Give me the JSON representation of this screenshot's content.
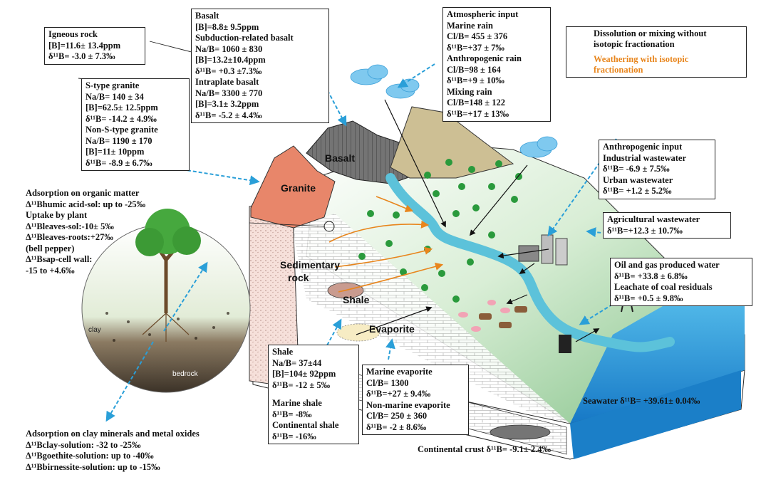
{
  "labels": {
    "basalt": "Basalt",
    "granite": "Granite",
    "sedimentary_rock_1": "Sedimentary",
    "sedimentary_rock_2": "rock",
    "shale": "Shale",
    "evaporite": "Evaporite",
    "clay": "clay",
    "bedrock": "bedrock"
  },
  "igneous": {
    "l1": "Igneous rock",
    "l2": "[B]=11.6± 13.4ppm",
    "l3": "δ¹¹B= -3.0 ± 7.3‰"
  },
  "basalt_box": {
    "l1": "Basalt",
    "l2": "[B]=8.8± 9.5ppm",
    "l3": "Subduction-related basalt",
    "l4": "Na/B= 1060 ± 830",
    "l5": "[B]=13.2±10.4ppm",
    "l6": "δ¹¹B= +0.3 ±7.3‰",
    "l7": "Intraplate basalt",
    "l8": "Na/B= 3300 ± 770",
    "l9": "[B]=3.1± 3.2ppm",
    "l10": "δ¹¹B= -5.2 ± 4.4‰"
  },
  "granite_box": {
    "l1": "S-type granite",
    "l2": "Na/B= 140 ± 34",
    "l3": "[B]=62.5± 12.5ppm",
    "l4": "δ¹¹B= -14.2 ± 4.9‰",
    "l5": "Non-S-type granite",
    "l6": "Na/B= 1190 ± 170",
    "l7": "[B]=11± 10ppm",
    "l8": "δ¹¹B= -8.9 ± 6.7‰"
  },
  "atmos": {
    "l1": "Atmospheric input",
    "l2": "Marine rain",
    "l3": "Cl/B= 455 ± 376",
    "l4": "δ¹¹B=+37 ± 7‰",
    "l5": "Anthropogenic rain",
    "l6": "Cl/B=98 ± 164",
    "l7": "δ¹¹B=+9 ± 10‰",
    "l8": "Mixing rain",
    "l9": "Cl/B=148 ± 122",
    "l10": "δ¹¹B=+17 ± 13‰"
  },
  "legend": {
    "black_l1": "Dissolution or mixing without",
    "black_l2": "isotopic fractionation",
    "orange_l1": "Weathering with isotopic",
    "orange_l2": "fractionation",
    "black_color": "#111111",
    "orange_color": "#e8851c"
  },
  "anthro": {
    "l1": "Anthropogenic input",
    "l2": "Industrial wastewater",
    "l3": "δ¹¹B= -6.9 ± 7.5‰",
    "l4": "Urban wastewater",
    "l5": "δ¹¹B= +1.2 ± 5.2‰"
  },
  "agri": {
    "l1": "Agricultural wastewater",
    "l2": "δ¹¹B=+12.3 ± 10.7‰"
  },
  "oil": {
    "l1": "Oil and gas produced water",
    "l2": "δ¹¹B= +33.8 ± 6.8‰",
    "l3": "Leachate of coal residuals",
    "l4": "δ¹¹B= +0.5 ± 9.8‰"
  },
  "organic": {
    "l1": "Adsorption on organic matter",
    "l2": "Δ¹¹Bhumic acid-sol: up to -25‰",
    "l3": "Uptake by plant",
    "l4": "Δ¹¹Bleaves-sol:-10± 5‰",
    "l5": "Δ¹¹Bleaves-roots:+27‰",
    "l6": "(bell pepper)",
    "l7": "Δ¹¹Bsap-cell wall:",
    "l8": "-15 to +4.6‰"
  },
  "shale_box": {
    "l1": "Shale",
    "l2": "Na/B= 37±44",
    "l3": "[B]=104± 92ppm",
    "l4": "δ¹¹B= -12 ± 5‰",
    "l5": "Marine shale",
    "l6": "δ¹¹B= -8‰",
    "l7": "Continental shale",
    "l8": "δ¹¹B= -16‰"
  },
  "evap_box": {
    "l1": "Marine evaporite",
    "l2": "Cl/B= 1300",
    "l3": "δ¹¹B=+27 ± 9.4‰",
    "l4": "Non-marine evaporite",
    "l5": "Cl/B= 250 ± 360",
    "l6": "δ¹¹B= -2 ± 8.6‰"
  },
  "clay_ads": {
    "l1": "Adsorption on clay minerals and metal oxides",
    "l2": "Δ¹¹Bclay-solution: -32 to -25‰",
    "l3": "Δ¹¹Bgoethite-solution: up to -40‰",
    "l4": "Δ¹¹Bbirnessite-solution: up to -15‰"
  },
  "seawater": "Seawater δ¹¹B= +39.61± 0.04‰",
  "crust": "Continental crust δ¹¹B= -9.1± 2.4‰",
  "colors": {
    "arrow_dashed": "#2a9fd8",
    "water": "#5cc2da",
    "sea": "#1e8fd0",
    "granite": "#e8866a",
    "basalt": "#6a6a6a",
    "land": "#d6ecd2"
  }
}
